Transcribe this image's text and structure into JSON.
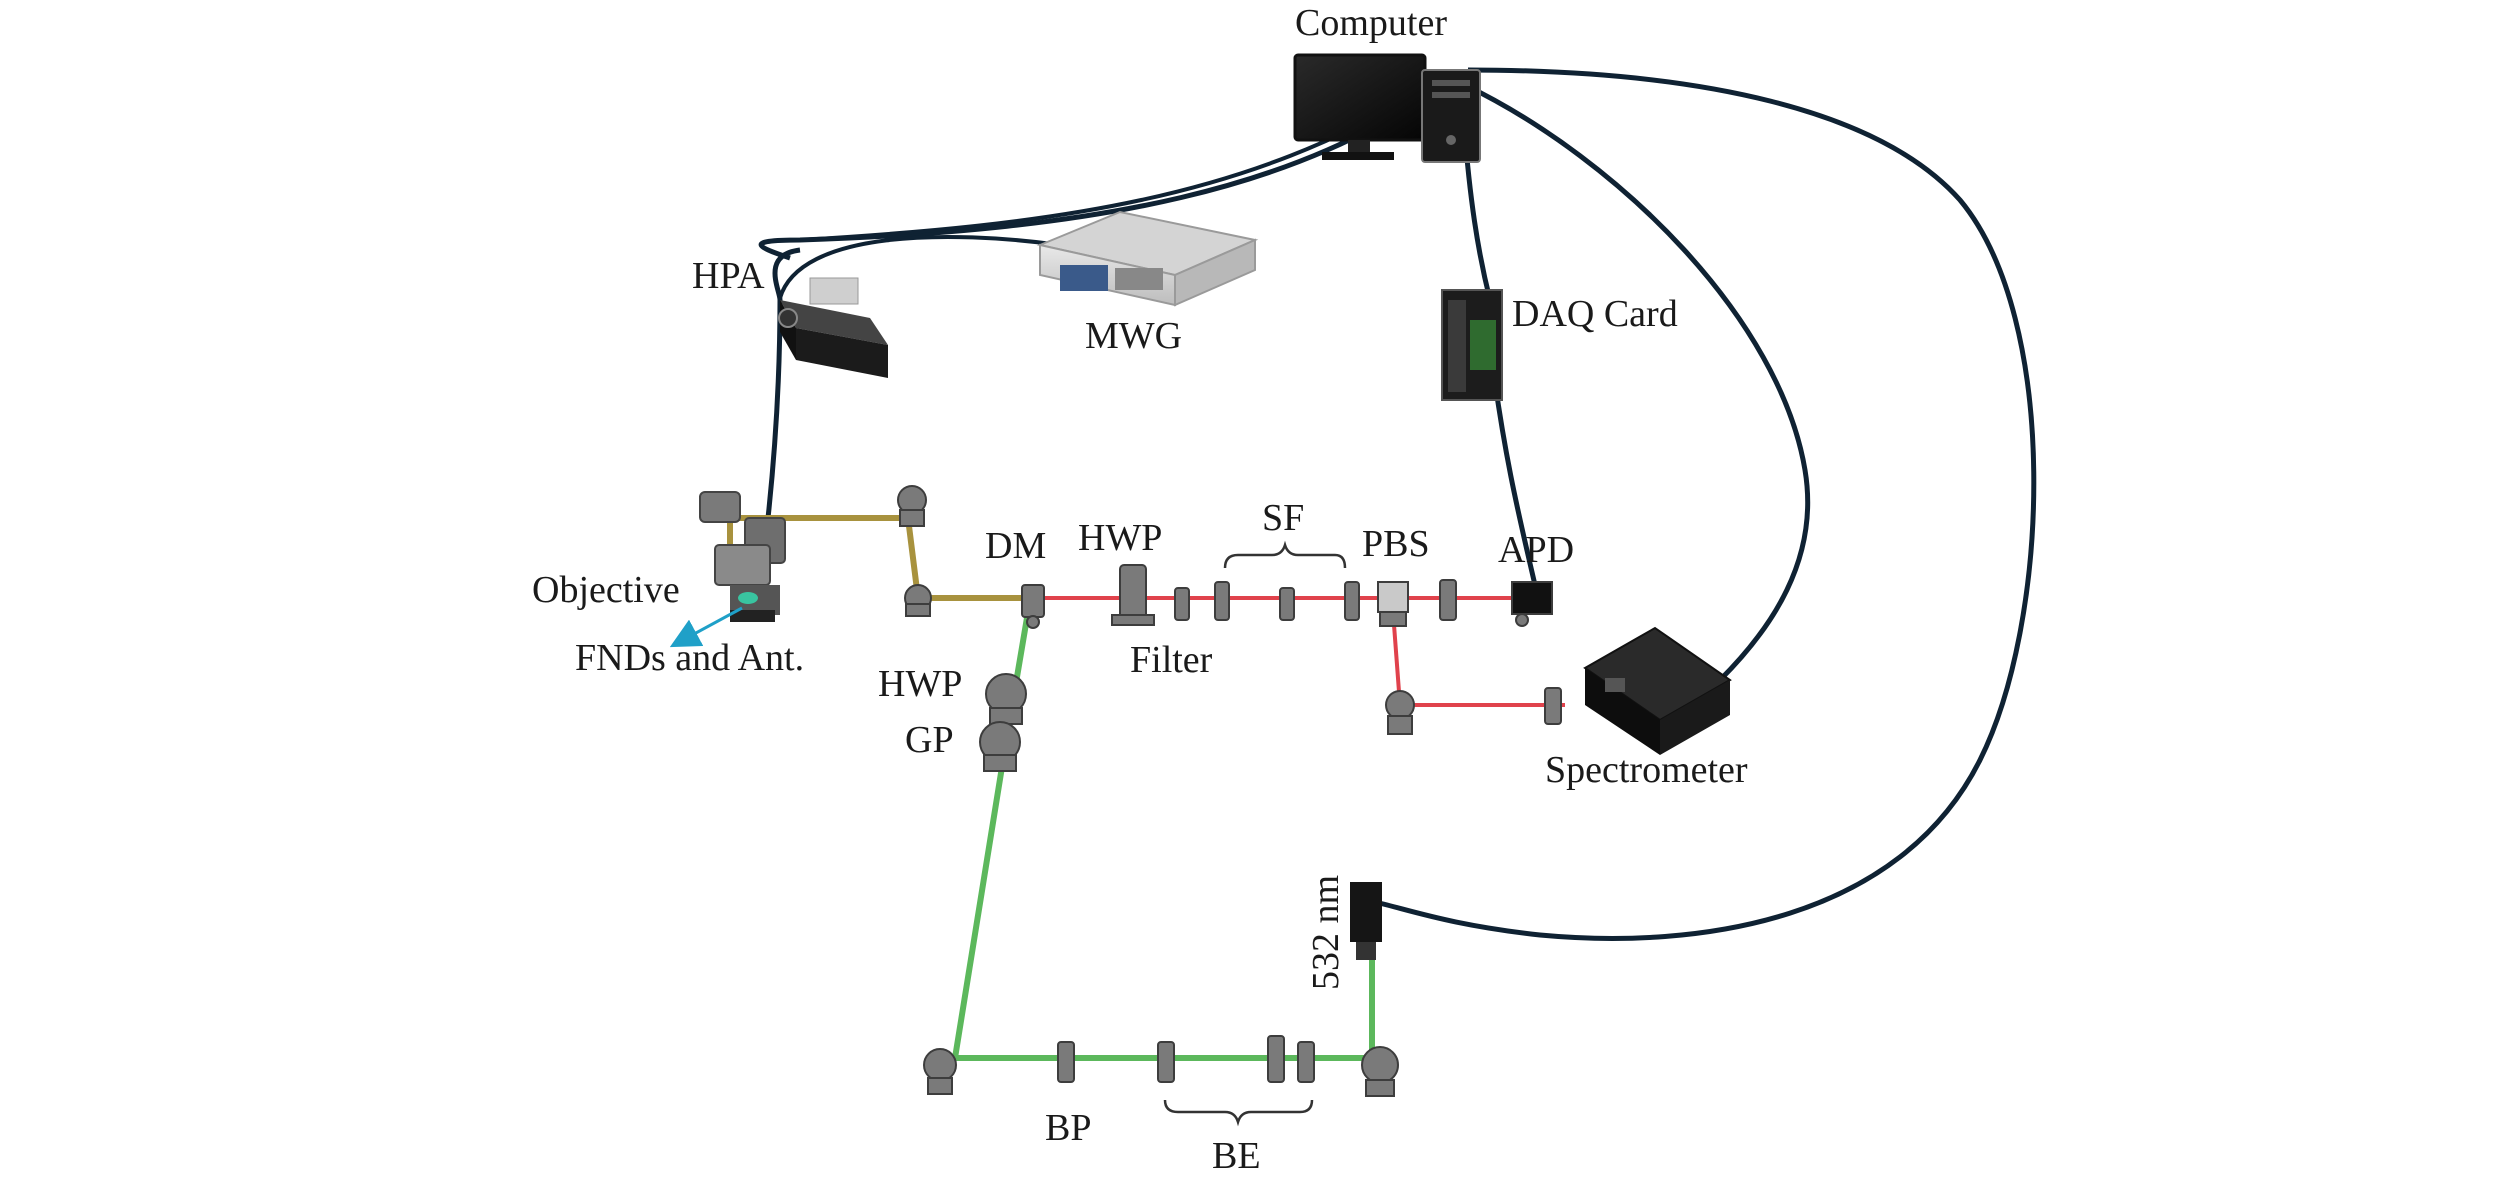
{
  "labels": {
    "computer": "Computer",
    "hpa": "HPA",
    "mwg": "MWG",
    "daq": "DAQ Card",
    "objective": "Objective",
    "fnds": "FNDs and Ant.",
    "dm": "DM",
    "hwp_top": "HWP",
    "sf": "SF",
    "pbs": "PBS",
    "apd": "APD",
    "filter": "Filter",
    "hwp_left": "HWP",
    "gp": "GP",
    "spectrometer": "Spectrometer",
    "laser": "532 nm",
    "bp": "BP",
    "be": "BE"
  },
  "colors": {
    "cable": "#0f2233",
    "green_beam": "#5cb85c",
    "red_beam": "#e0424c",
    "mixed_beam": "#a8923e",
    "optic_mount": "#6e6e6e",
    "arrow": "#1fa0c8"
  }
}
